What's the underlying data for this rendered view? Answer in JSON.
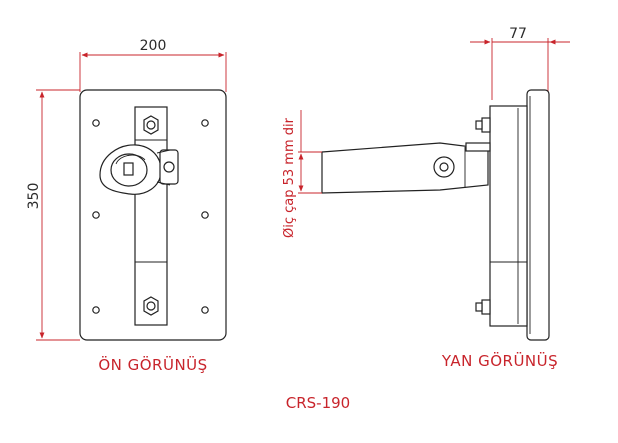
{
  "dimensions": {
    "width": "200",
    "height": "350",
    "depth": "77",
    "inner_diameter_note": "Øiç çap 53 mm dir"
  },
  "labels": {
    "front_view": "ÖN GÖRÜNÜŞ",
    "side_view": "YAN GÖRÜNÜŞ"
  },
  "part_code": "CRS-190",
  "colors": {
    "dimension_line": "#c8242b",
    "outline": "#222222"
  }
}
